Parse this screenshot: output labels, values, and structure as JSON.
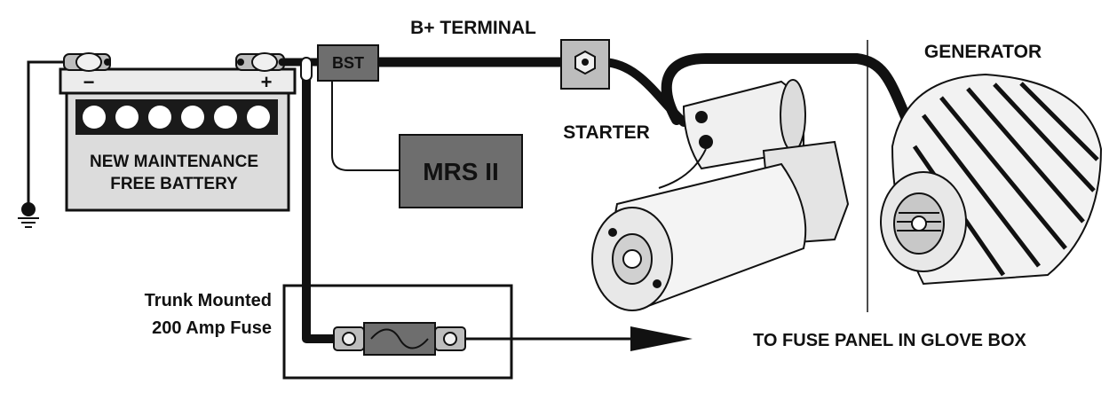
{
  "labels": {
    "b_terminal": "B+ TERMINAL",
    "generator": "GENERATOR",
    "starter": "STARTER",
    "bst": "BST",
    "mrs": "MRS II",
    "battery_line1": "NEW MAINTENANCE",
    "battery_line2": "FREE BATTERY",
    "battery_minus": "−",
    "battery_plus": "+",
    "fuse_line1": "Trunk Mounted",
    "fuse_line2": "200 Amp Fuse",
    "to_fuse_panel": "TO FUSE PANEL IN GLOVE BOX"
  },
  "colors": {
    "ink": "#111111",
    "box_fill": "#6e6e6e",
    "battery_fill": "#dcdcdc",
    "battery_cells": "#1a1a1a",
    "metal_light": "#f0f0f0",
    "metal_shade": "#bdbdbd"
  },
  "icons": {
    "ground": "ground-icon",
    "fuse": "fuse-symbol-icon",
    "arrow": "arrow-right-icon"
  }
}
